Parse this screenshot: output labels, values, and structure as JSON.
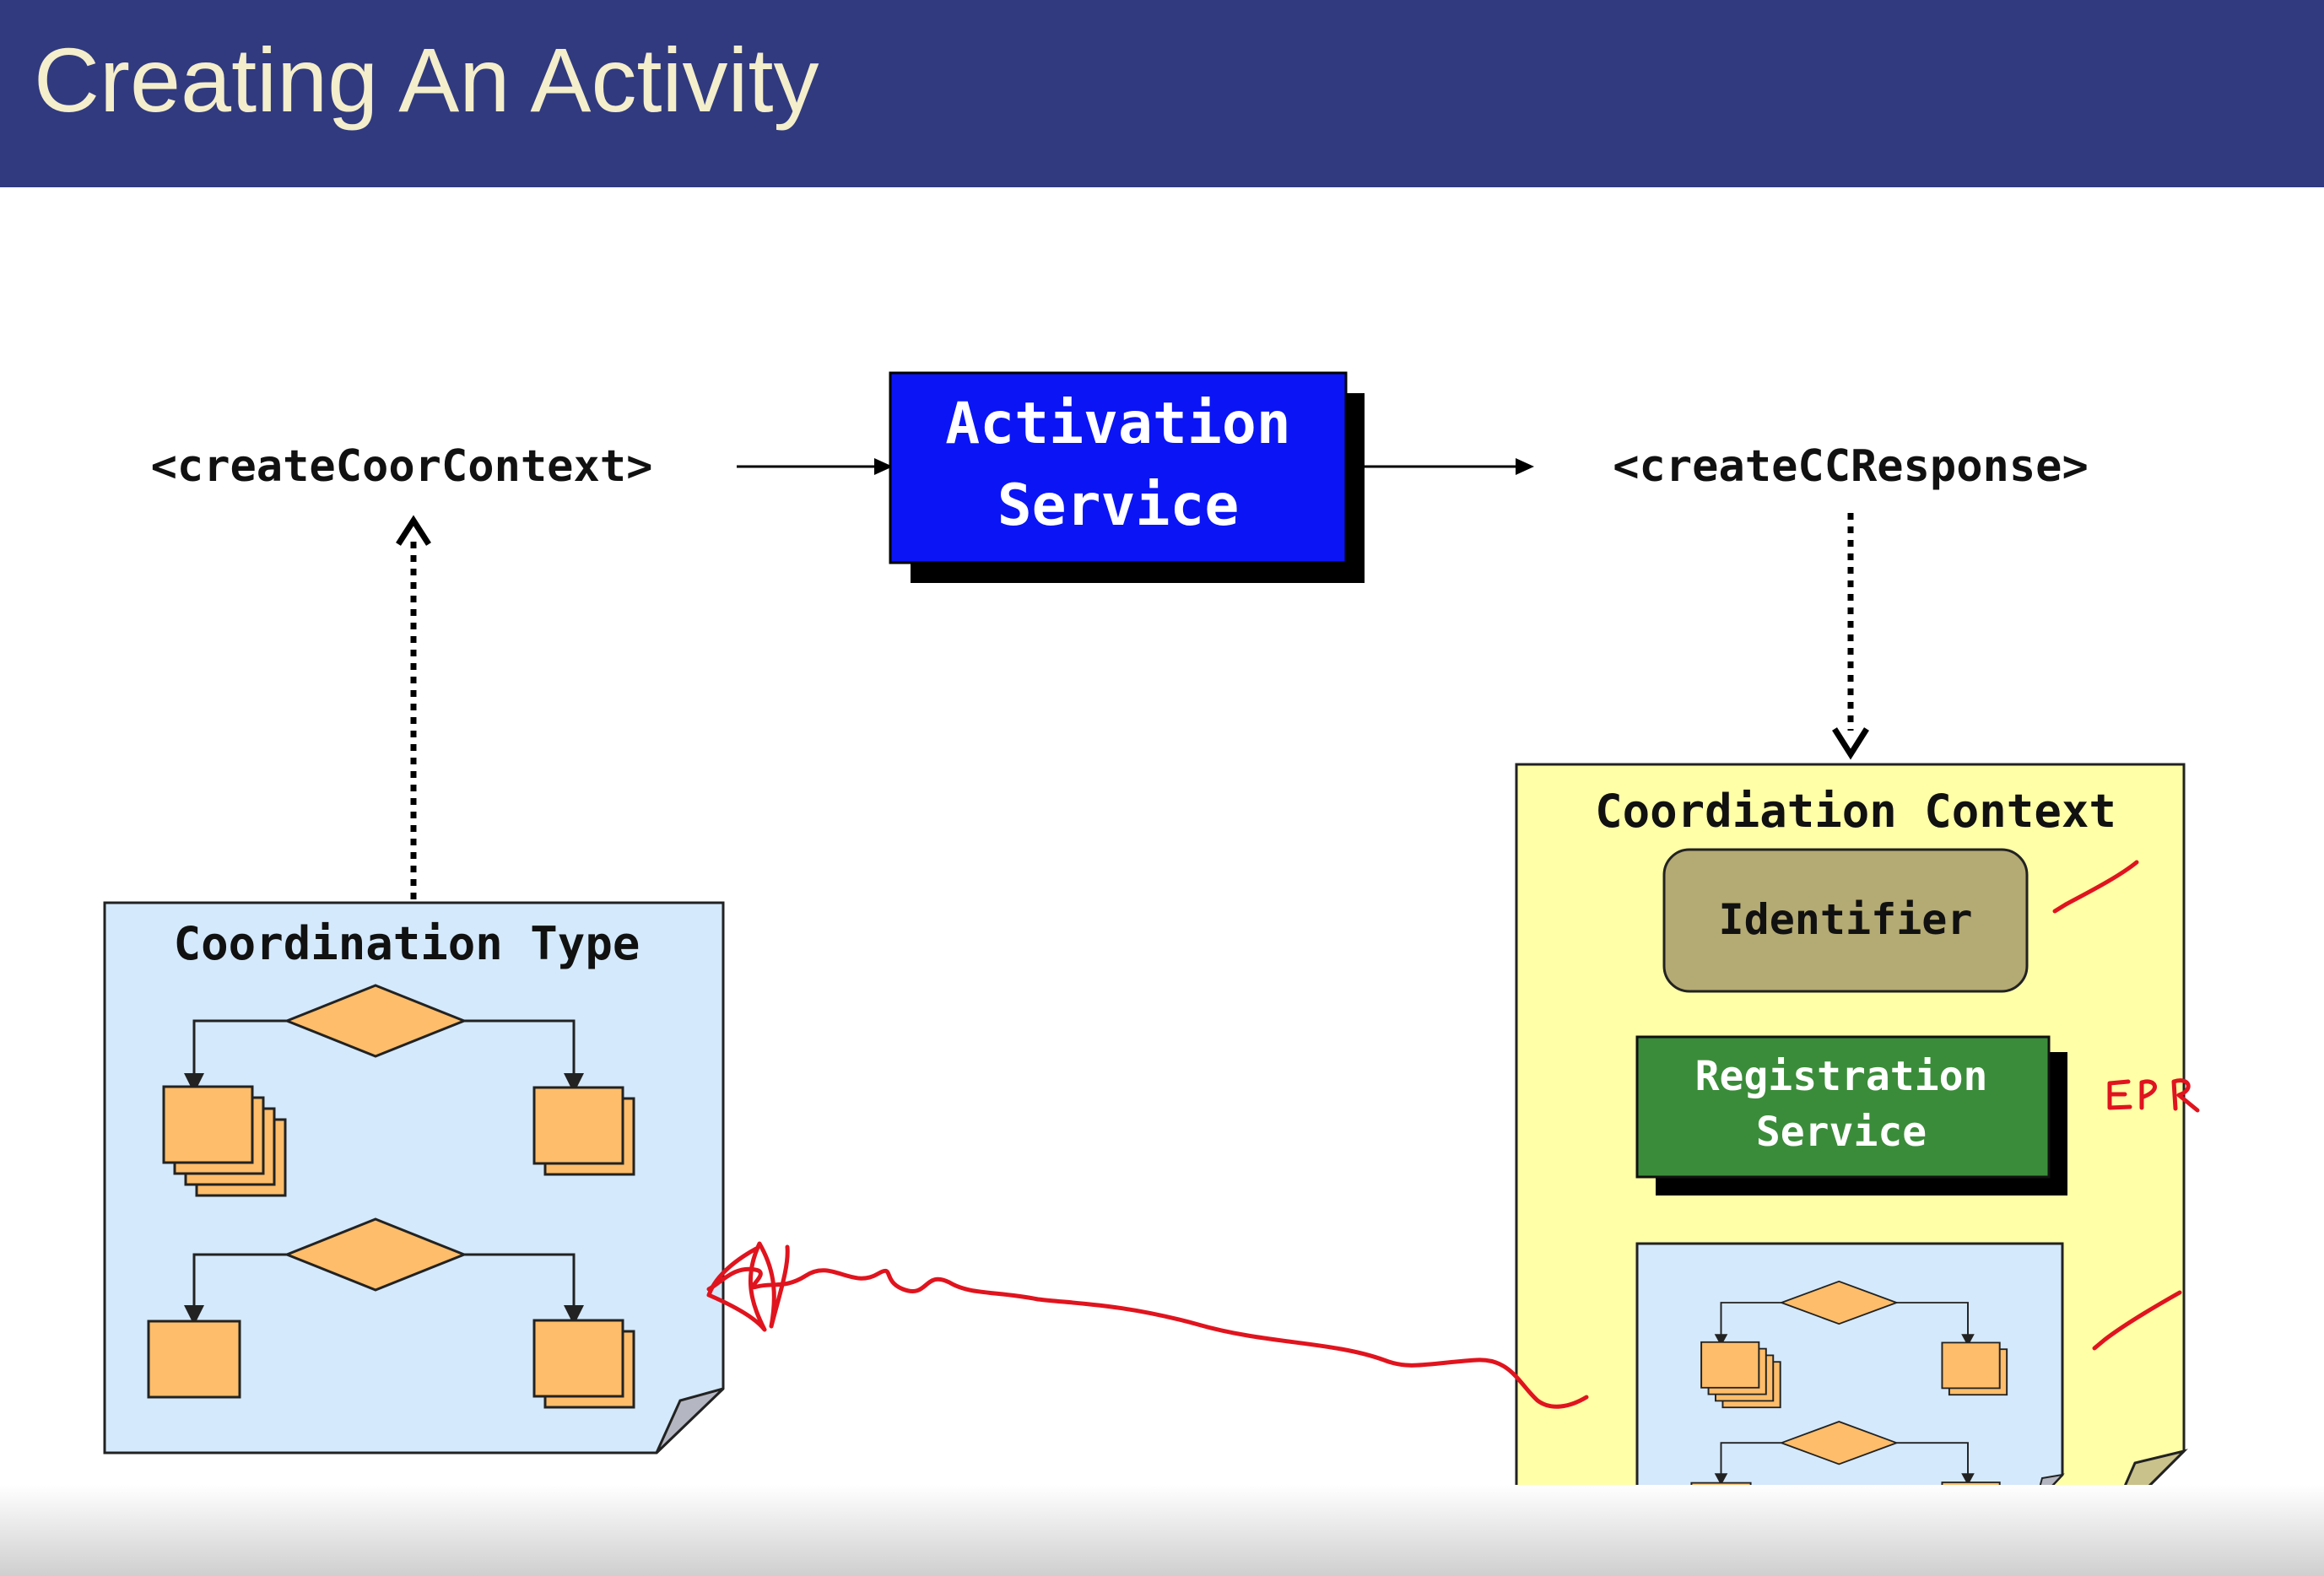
{
  "slide": {
    "title": "Creating An Activity"
  },
  "diagram": {
    "request_message": "<createCoorContext>",
    "response_message": "<createCCResponse>",
    "activation_service": {
      "line1": "Activation",
      "line2": "Service"
    },
    "coordination_type": {
      "title": "Coordination Type"
    },
    "coordination_context": {
      "title": "Coordiation Context",
      "identifier": "Identifier",
      "registration_service": {
        "line1": "Registration",
        "line2": "Service"
      }
    },
    "annotations": {
      "epr": "EPR"
    }
  },
  "colors": {
    "header_bg": "#313a7e",
    "title_text": "#f4eecc",
    "activation_blue": "#0a14f5",
    "type_doc_bg": "#d4e9fb",
    "context_doc_bg": "#ffffa8",
    "identifier_bg": "#b4aa73",
    "registration_green": "#3b8c3a",
    "flow_shape_orange": "#fdbd6a",
    "annotation_red": "#e0141e"
  }
}
